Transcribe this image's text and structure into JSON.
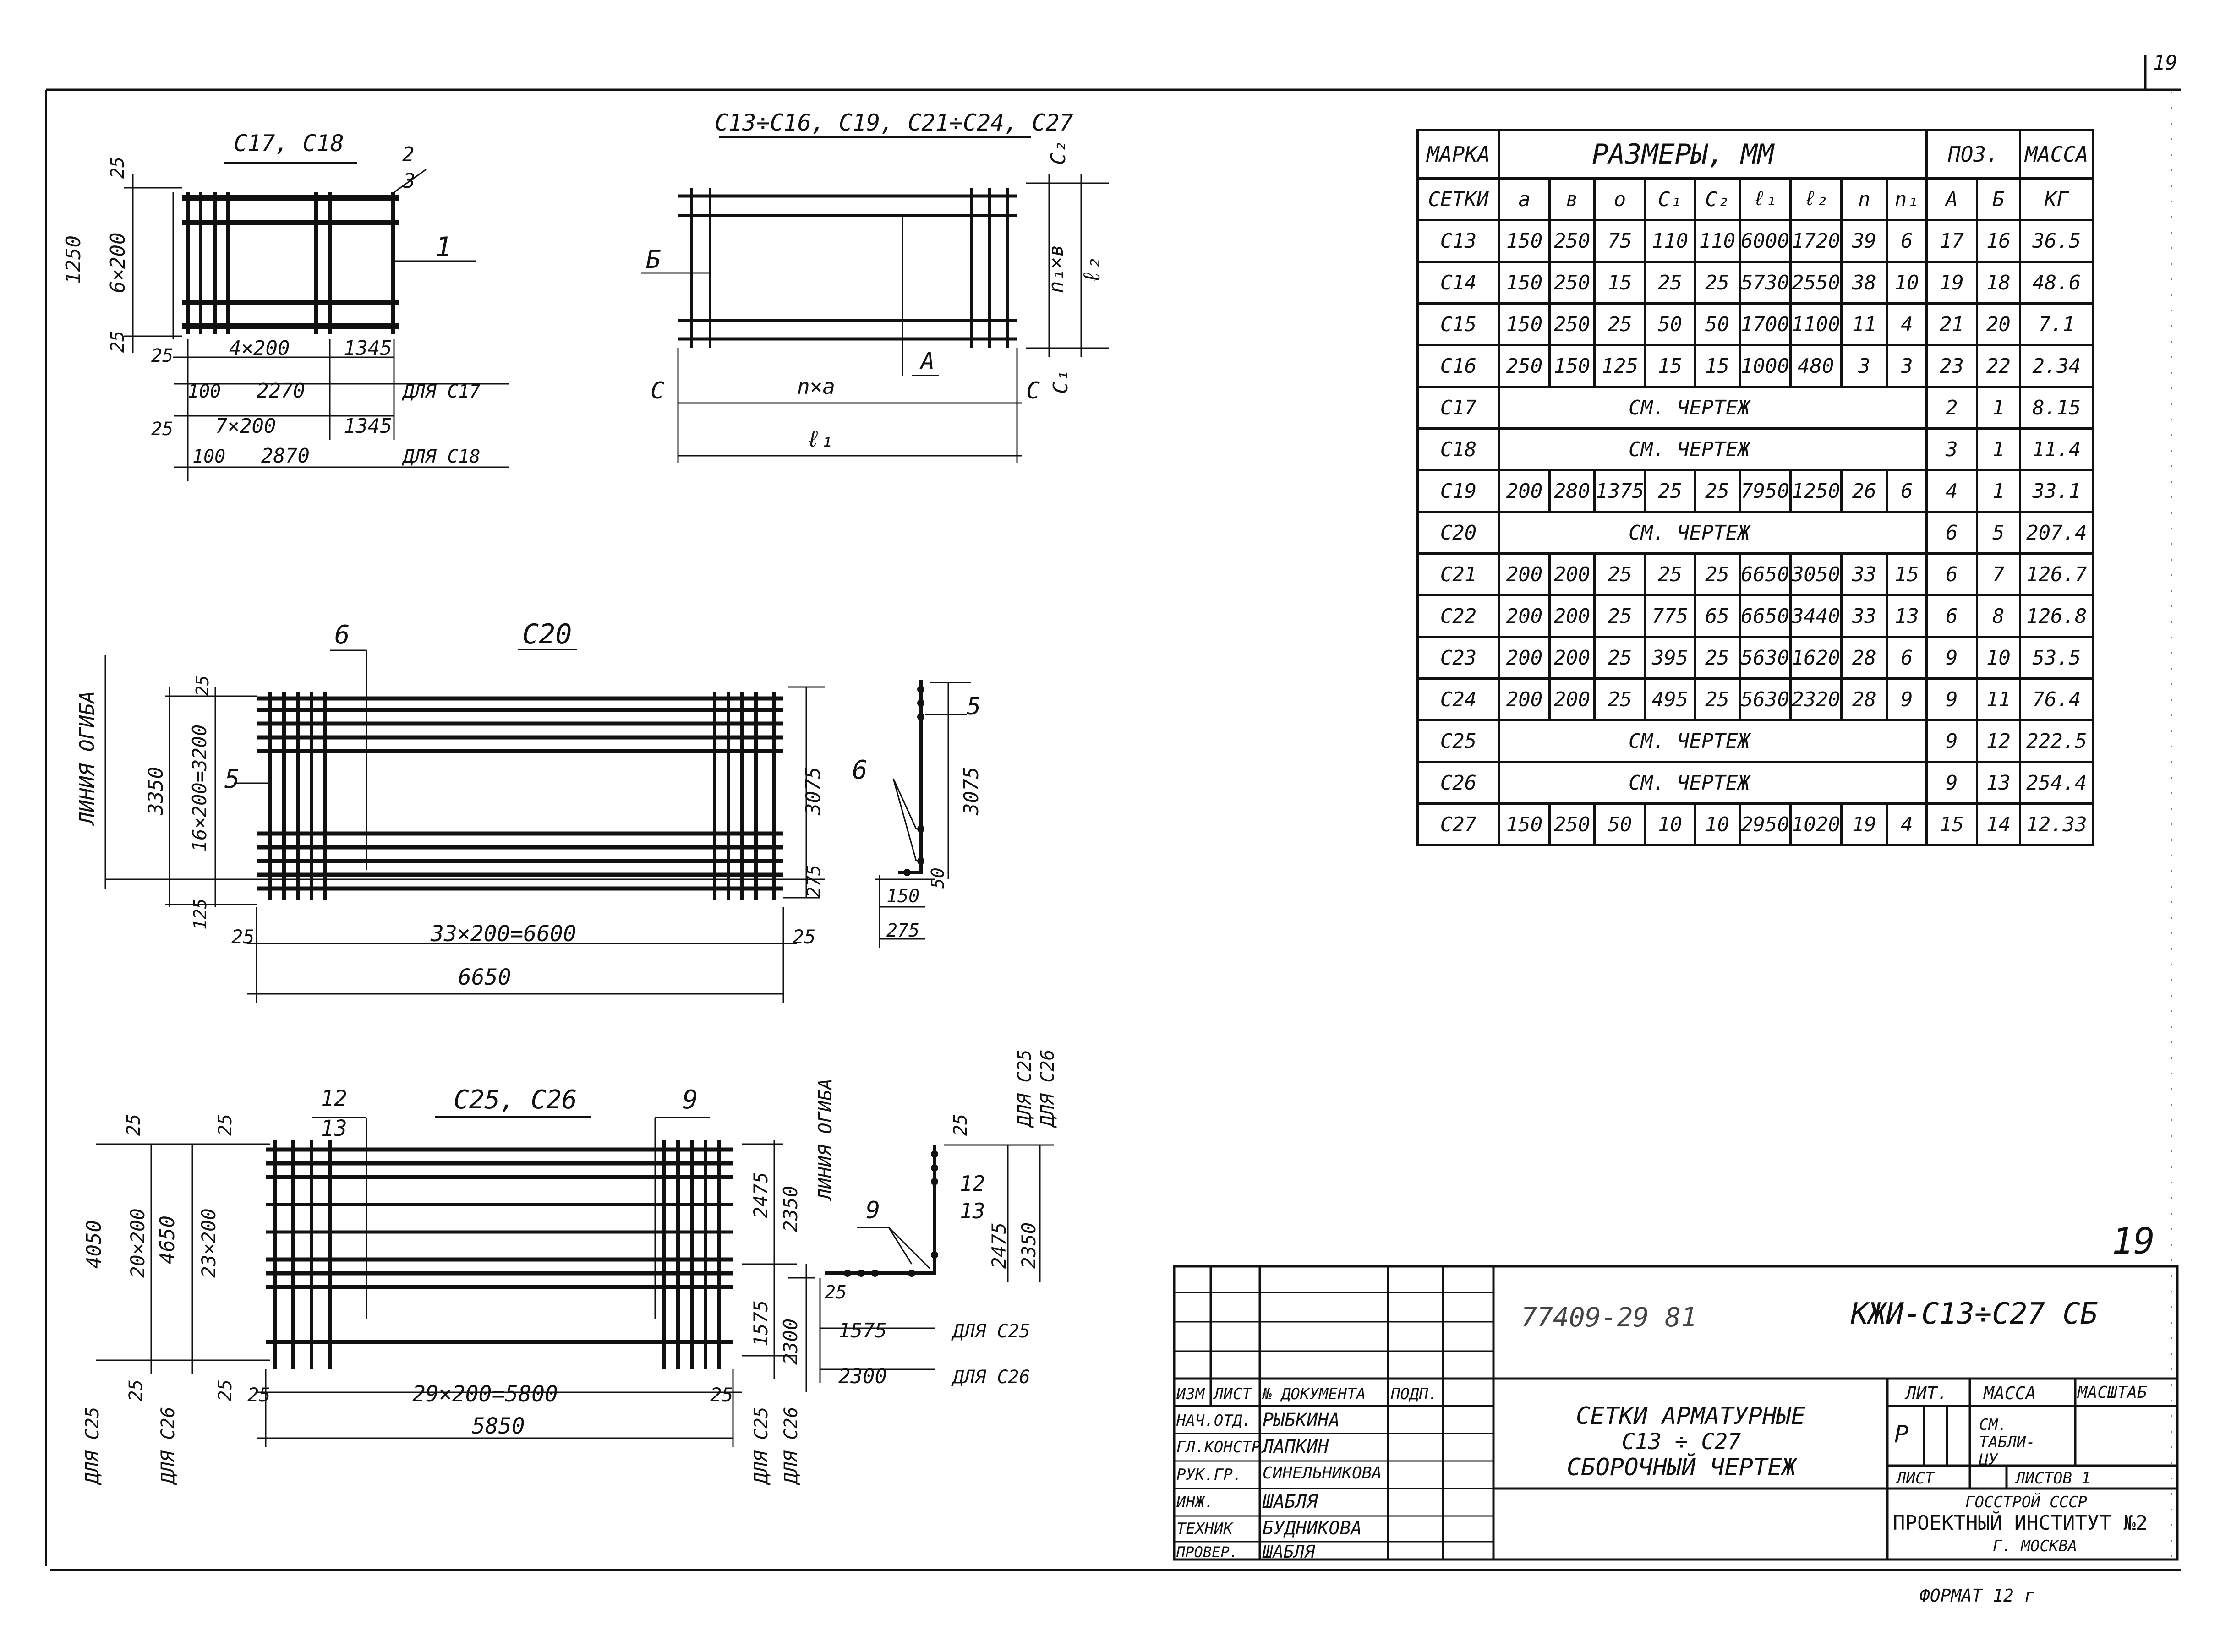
{
  "sheet_corner_number": "19",
  "detail_c17_c18": {
    "title": "С17, С18",
    "dims": [
      "25",
      "1250",
      "6×200",
      "25",
      "4×200",
      "1345",
      "25",
      "100",
      "2270",
      "25",
      "7×200",
      "1345",
      "100",
      "2870"
    ],
    "notes": [
      "ДЛЯ С17",
      "ДЛЯ С18"
    ],
    "positions": [
      "1",
      "2",
      "3"
    ]
  },
  "detail_c13_c27": {
    "title": "С13÷С16, С19, С21÷С24, С27",
    "labels": [
      "Б",
      "А",
      "С",
      "С",
      "n×a",
      "ℓ₁",
      "С₂",
      "С₁",
      "n₁×в",
      "ℓ₂"
    ]
  },
  "detail_c20": {
    "title": "С20",
    "bend_line": "ЛИНИЯ ОГИБА",
    "dims": [
      "3350",
      "16×200=3200",
      "25",
      "125",
      "25",
      "33×200=6600",
      "25",
      "6650",
      "3075",
      "275"
    ],
    "section_dims": [
      "3075",
      "50",
      "150",
      "275"
    ],
    "positions": [
      "6",
      "5",
      "6",
      "5"
    ]
  },
  "detail_c25_c26": {
    "title": "С25, С26",
    "positions": [
      "12",
      "13",
      "9",
      "9",
      "12",
      "13"
    ],
    "left_dims": [
      "25",
      "25",
      "4050",
      "20×200",
      "4650",
      "23×200",
      "ДЛЯ С25",
      "25",
      "ДЛЯ С26",
      "25"
    ],
    "bottom_dims": [
      "25",
      "29×200=5800",
      "25",
      "5850"
    ],
    "right_dims": [
      "2475",
      "2350",
      "1575",
      "2300",
      "ДЛЯ С25",
      "ДЛЯ С26"
    ],
    "bend_line": "ЛИНИЯ ОГИБА",
    "section_dims": [
      "25",
      "2475",
      "2350",
      "ДЛЯ С25",
      "ДЛЯ С26",
      "25",
      "1575",
      "2300"
    ],
    "section_notes": [
      "ДЛЯ С25",
      "ДЛЯ С26"
    ]
  },
  "table": {
    "header_top": [
      "МАРКА",
      "РАЗМЕРЫ, ММ",
      "ПОЗ.",
      "МАССА"
    ],
    "header_sub": [
      "СЕТКИ",
      "a",
      "в",
      "о",
      "С₁",
      "С₂",
      "ℓ₁",
      "ℓ₂",
      "n",
      "n₁",
      "А",
      "Б",
      "КГ"
    ],
    "rows": [
      [
        "С13",
        "150",
        "250",
        "75",
        "110",
        "110",
        "6000",
        "1720",
        "39",
        "6",
        "17",
        "16",
        "36.5"
      ],
      [
        "С14",
        "150",
        "250",
        "15",
        "25",
        "25",
        "5730",
        "2550",
        "38",
        "10",
        "19",
        "18",
        "48.6"
      ],
      [
        "С15",
        "150",
        "250",
        "25",
        "50",
        "50",
        "1700",
        "1100",
        "11",
        "4",
        "21",
        "20",
        "7.1"
      ],
      [
        "С16",
        "250",
        "150",
        "125",
        "15",
        "15",
        "1000",
        "480",
        "3",
        "3",
        "23",
        "22",
        "2.34"
      ],
      [
        "С17",
        "СМ. ЧЕРТЕЖ",
        "2",
        "1",
        "8.15"
      ],
      [
        "С18",
        "СМ. ЧЕРТЕЖ",
        "3",
        "1",
        "11.4"
      ],
      [
        "С19",
        "200",
        "280",
        "1375",
        "25",
        "25",
        "7950",
        "1250",
        "26",
        "6",
        "4",
        "1",
        "33.1"
      ],
      [
        "С20",
        "СМ. ЧЕРТЕЖ",
        "6",
        "5",
        "207.4"
      ],
      [
        "С21",
        "200",
        "200",
        "25",
        "25",
        "25",
        "6650",
        "3050",
        "33",
        "15",
        "6",
        "7",
        "126.7"
      ],
      [
        "С22",
        "200",
        "200",
        "25",
        "775",
        "65",
        "6650",
        "3440",
        "33",
        "13",
        "6",
        "8",
        "126.8"
      ],
      [
        "С23",
        "200",
        "200",
        "25",
        "395",
        "25",
        "5630",
        "1620",
        "28",
        "6",
        "9",
        "10",
        "53.5"
      ],
      [
        "С24",
        "200",
        "200",
        "25",
        "495",
        "25",
        "5630",
        "2320",
        "28",
        "9",
        "9",
        "11",
        "76.4"
      ],
      [
        "С25",
        "СМ. ЧЕРТЕЖ",
        "9",
        "12",
        "222.5"
      ],
      [
        "С26",
        "СМ. ЧЕРТЕЖ",
        "9",
        "13",
        "254.4"
      ],
      [
        "С27",
        "150",
        "250",
        "50",
        "10",
        "10",
        "2950",
        "1020",
        "19",
        "4",
        "15",
        "14",
        "12.33"
      ]
    ]
  },
  "title_block": {
    "sheet_number": "19",
    "doc_code_left": "77409-29 81",
    "doc_code": "КЖИ-С13÷С27 СБ",
    "roles": [
      "ИЗМ",
      "ЛИСТ",
      "№ ДОКУМЕНТА",
      "ПОДП."
    ],
    "staff": [
      {
        "role": "НАЧ.ОТД.",
        "name": "РЫБКИНА"
      },
      {
        "role": "ГЛ.КОНСТР.",
        "name": "ЛАПКИН"
      },
      {
        "role": "РУК.ГР.",
        "name": "СИНЕЛЬНИКОВА"
      },
      {
        "role": "ИНЖ.",
        "name": "ШАБЛЯ"
      },
      {
        "role": "ТЕХНИК",
        "name": "БУДНИКОВА"
      },
      {
        "role": "ПРОВЕР.",
        "name": "ШАБЛЯ"
      }
    ],
    "title_lines": [
      "СЕТКИ АРМАТУРНЫЕ",
      "С13 ÷ С27",
      "СБОРОЧНЫЙ ЧЕРТЕЖ"
    ],
    "lit_label": "ЛИТ.",
    "mass_label": "МАССА",
    "scale_label": "МАСШТАБ",
    "lit_value": "Р",
    "mass_value": "СМ. ТАБЛИ-ЦУ",
    "sheet_label": "ЛИСТ",
    "sheets_label": "ЛИСТОВ 1",
    "org_lines": [
      "ГОССТРОЙ СССР",
      "ПРОЕКТНЫЙ ИНСТИТУТ №2",
      "Г. МОСКВА"
    ],
    "format": "ФОРМАТ 12 г"
  }
}
